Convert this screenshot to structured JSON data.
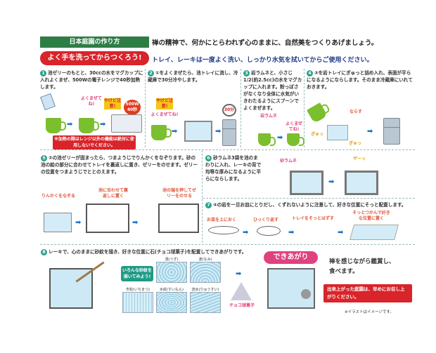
{
  "header": {
    "title": "日本庭園の作り方",
    "lead": "禅の精神で、何かにとらわれず心のままに、自然美をつくりあげましょう。",
    "wash": "よく手を洗ってからつくろう!",
    "tray_note": "トレイ、レーキは一度よく洗い、しっかり水気を拭いてからご使用ください。"
  },
  "steps": [
    {
      "num": "1",
      "text": "池ゼリーのもとと、30ccの水をマグカップに入れよくまぜ、500Wの電子レンジで40秒加熱します。",
      "labels": [
        "よくまぜてね!",
        "やけど注意!",
        "500W 40秒"
      ],
      "warning": "※加熱の際はレンジ以外の機能は絶対に使用しないでください。"
    },
    {
      "num": "2",
      "text": "①をよくまぜたら、池トレイに流し、冷蔵庫で30分冷やします。",
      "labels": [
        "やけど注意!",
        "よくまぜてね!",
        "30分"
      ]
    },
    {
      "num": "3",
      "text": "岩ラムネと、小さじ1/2(約2.5cc)の水をマグカップに入れます。粉っぽさがなくなり全体に水気がいきわたるようにスプーンでよくまぜます。",
      "labels": [
        "岩ラムネ",
        "よくまぜてね!"
      ]
    },
    {
      "num": "4",
      "text": "③を岩トレイにぎゅっと詰め入れ、表面が平らになるようにならします。そのまま冷蔵庫にいれておきます。",
      "labels": [
        "ならす",
        "ぎゅっ",
        "ぎゅっ"
      ]
    },
    {
      "num": "5",
      "text": "②の池ゼリーが固まったら、つまようじでりんかくをなぞります。砂の池の絵の部分に合わせてトレイを裏返しに置き、ゼリーをのせます。ゼリーの位置をつまようじでととのえます。",
      "labels": [
        "りんかくをなぞる",
        "池に合わせて裏返しに置く",
        "池の端を押してゼリーをのせる"
      ]
    },
    {
      "num": "6",
      "text": "砂ラムネ3袋を池のまわりに入れ、レーキの背で均等な厚みになるように平らにならします。",
      "labels": [
        "砂ラムネ",
        "ザーッ"
      ]
    },
    {
      "num": "7",
      "text": "④の岩を一旦お皿にとりだし、くずれないように注意して、好きな位置にそっと配置します。",
      "labels": [
        "お皿を上におく",
        "ひっくり返す",
        "トレイをそっとはずす",
        "そっとつかんで好きな位置に置く"
      ]
    },
    {
      "num": "8",
      "text": "レーキで、心のままに砂紋を描き、好きな位置に石(チョコ球菓子)を配置してできあがりです。",
      "callout": "いろんな砂紋を描いてみよう!",
      "patterns": [
        "渦(うず)",
        "波(なみ)",
        "市松(いちまつ)",
        "水紋(すいもん)",
        "流水(りゅうすい)"
      ],
      "choco": "チョコ球菓子"
    }
  ],
  "finish": {
    "badge": "できあがり",
    "text": "禅を感じながら鑑賞し、食べます。",
    "warning": "出来上がった庭園は、早めにお召し上がりください。",
    "note": "※イラストはイメージです。"
  },
  "colors": {
    "green": "#2e7d46",
    "red": "#d8242a",
    "blue_text": "#1f3a8a",
    "teal": "#2aa089",
    "pink": "#e0417f",
    "mug": "#7bbf2f"
  }
}
